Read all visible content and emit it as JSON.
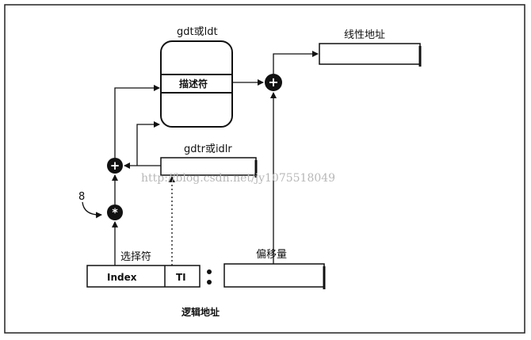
{
  "labels": {
    "gdt_or_ldt": "gdt或ldt",
    "descriptor": "描述符",
    "linear_address": "线性地址",
    "gdtr_or_ldtr": "gdtr或idlr",
    "multiplier": "8",
    "selector": "选择符",
    "index": "Index",
    "ti": "TI",
    "offset": "偏移量",
    "logical_address": "逻辑地址",
    "colon": ":"
  },
  "operators": {
    "add_top": "+",
    "add_left": "+",
    "multiply": "*"
  },
  "watermark": "http://blog.csdn.net/jy1075518049"
}
